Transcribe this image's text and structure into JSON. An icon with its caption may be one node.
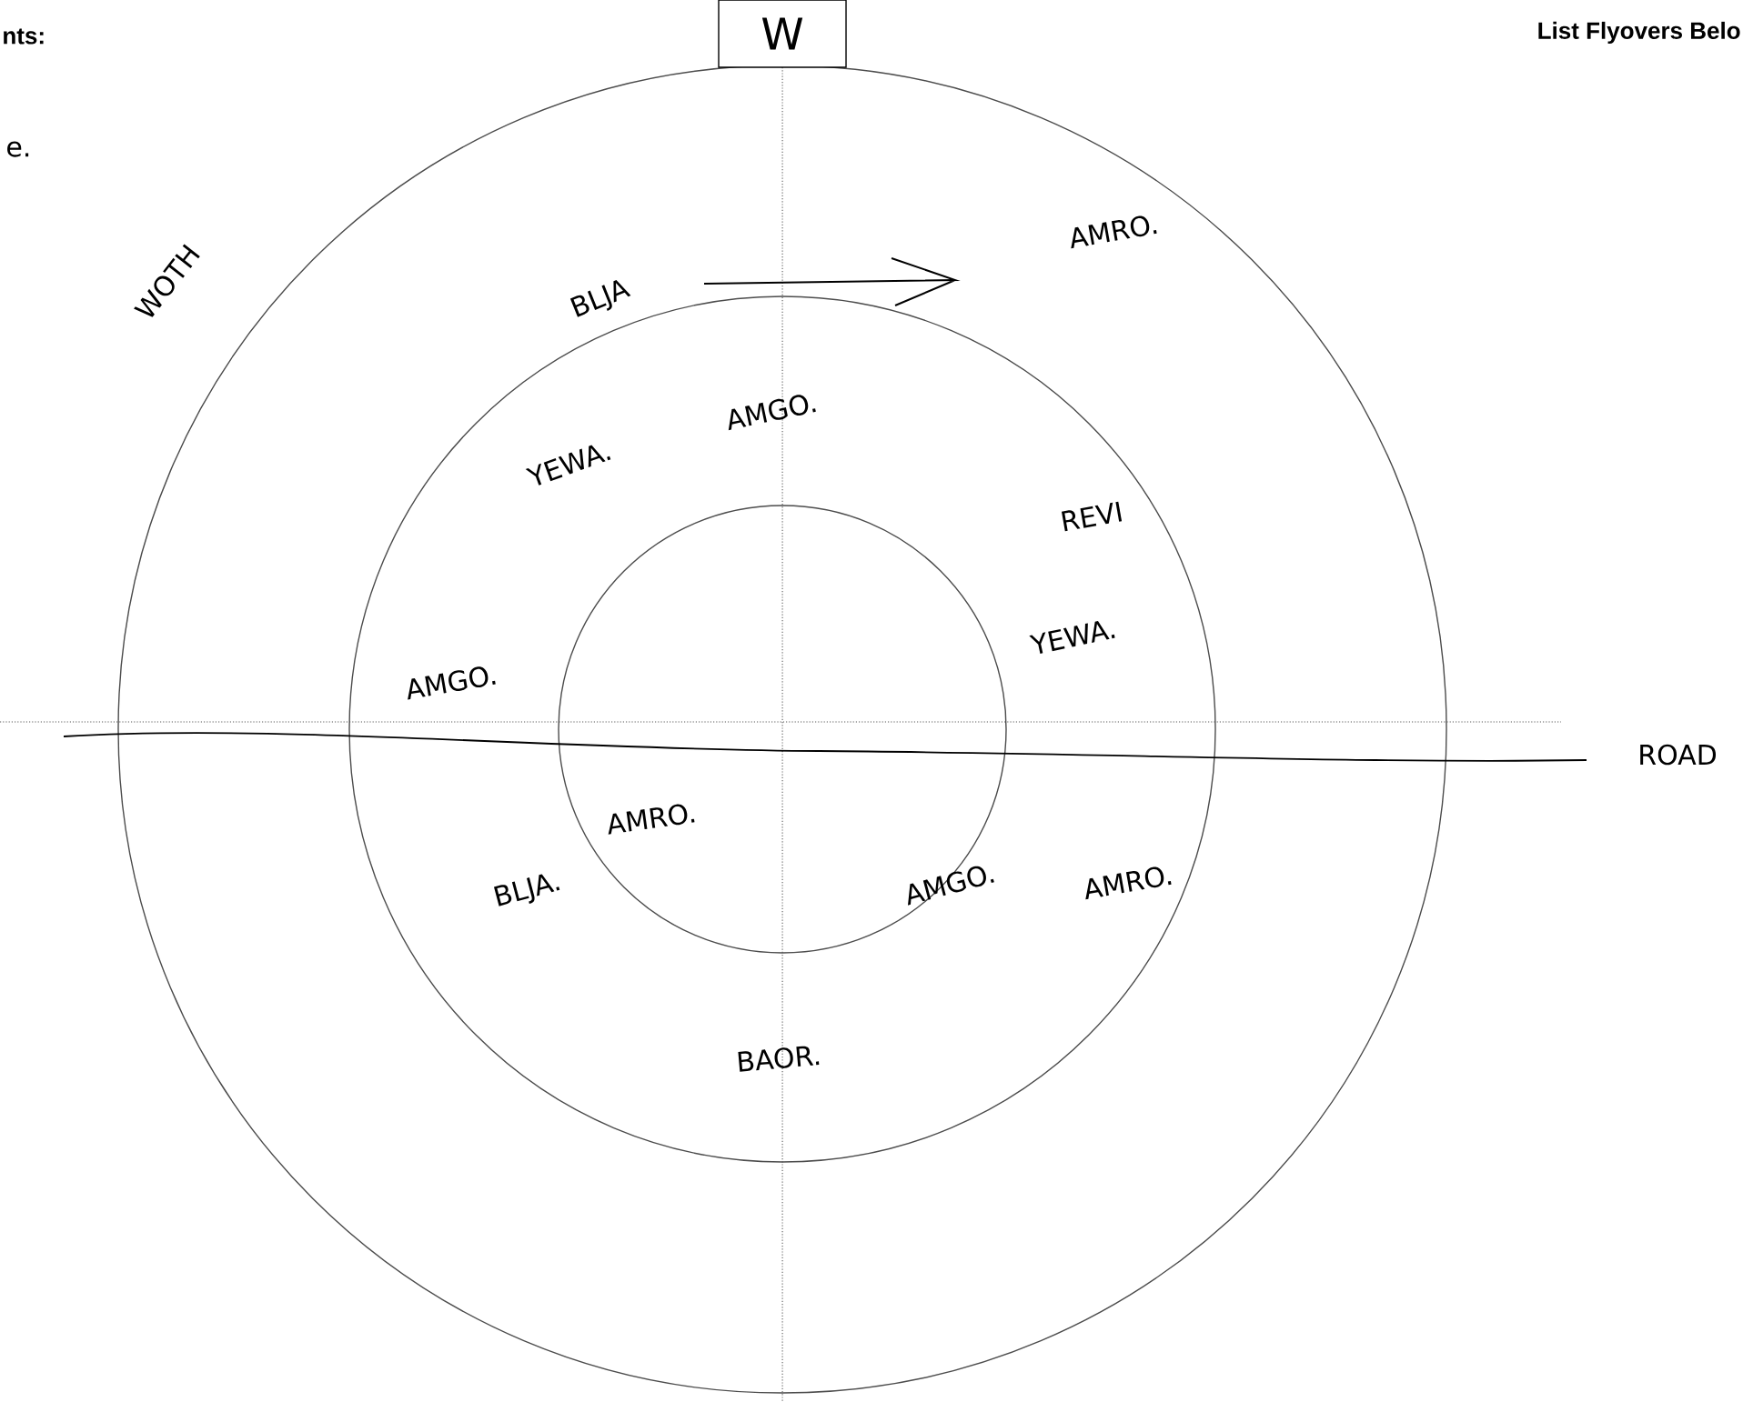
{
  "diagram": {
    "nodes": [
      {
        "text": [
          "W"
        ]
      }
    ],
    "labels": [
      "nts:",
      "List Flyovers Belo",
      "e.",
      "WOTH",
      "BLJA",
      "AMRO.",
      "AMGO.",
      "YEWA.",
      "REVI",
      "YEWA.",
      "AMGO.",
      "ROAD",
      "AMRO.",
      "BLJA.",
      "AMGO.",
      "AMRO.",
      "BAOR."
    ]
  }
}
